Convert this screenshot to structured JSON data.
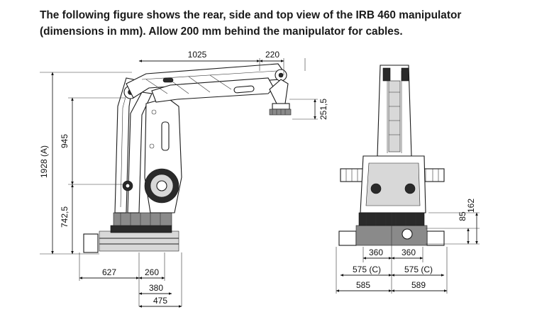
{
  "intro": {
    "line1": "The following figure shows the rear, side and top view of the IRB 460 manipulator",
    "line2": "(dimensions in mm). Allow 200 mm behind the manipulator for cables."
  },
  "side_view": {
    "arm_reach": "1025",
    "wrist_offset": "220",
    "flange_height": "251,5",
    "total_height": "1928 (A)",
    "upper_height": "945",
    "lower_height": "742,5",
    "rear_extent": "627",
    "base_front": "260",
    "base_380": "380",
    "base_475": "475"
  },
  "rear_view": {
    "height_85": "85",
    "height_162": "162",
    "half_360_left": "360",
    "half_360_right": "360",
    "half_575_left": "575 (C)",
    "half_575_right": "575 (C)",
    "width_585": "585",
    "width_589": "589"
  }
}
